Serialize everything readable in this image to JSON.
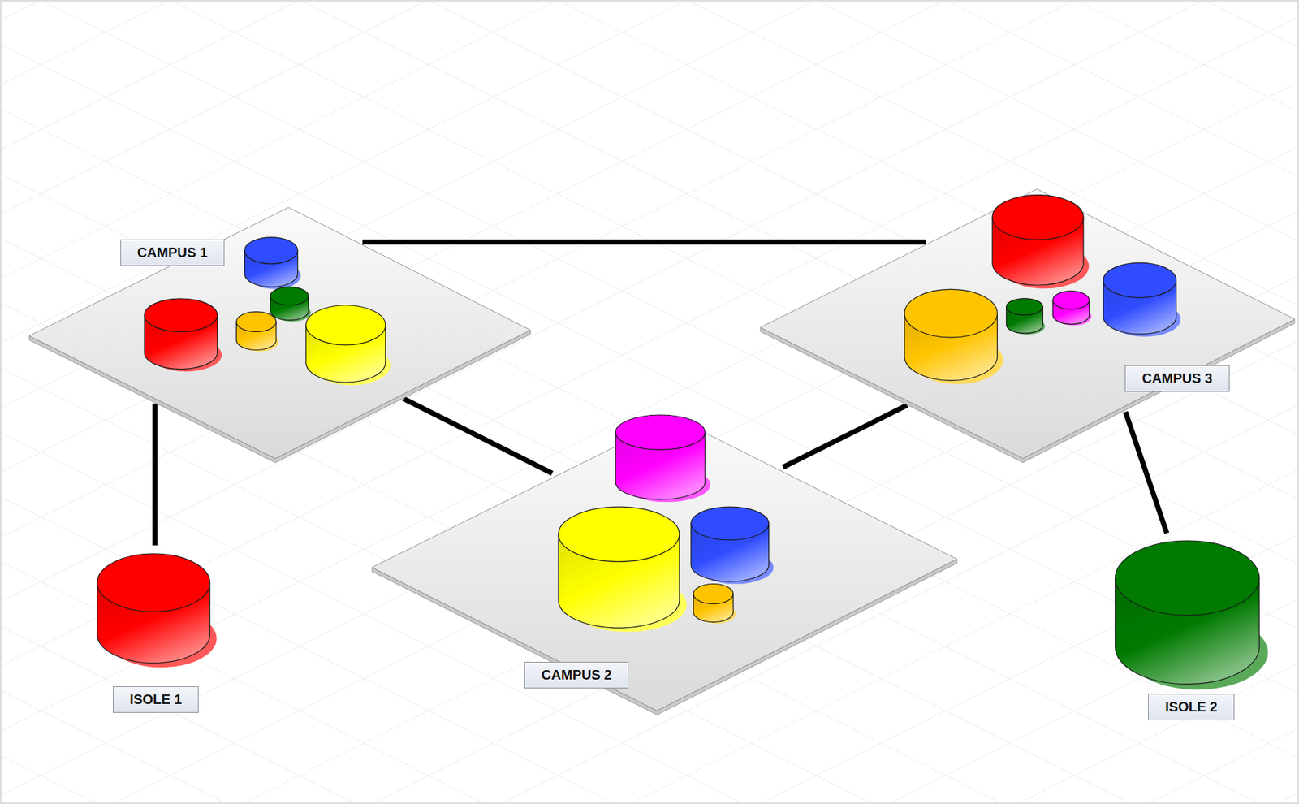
{
  "diagram": {
    "nodes": [
      {
        "text": [
          "CAMPUS 1"
        ]
      },
      {
        "text": [
          "CAMPUS 3"
        ]
      },
      {
        "text": [
          "CAMPUS 2"
        ]
      },
      {
        "text": [
          "ISOLE 1"
        ]
      },
      {
        "text": [
          "ISOLE 2"
        ]
      }
    ],
    "edges": [
      {
        "from": 0,
        "to": 1,
        "arrow": "none"
      },
      {
        "from": 0,
        "to": 2,
        "arrow": "none"
      },
      {
        "from": 1,
        "to": 2,
        "arrow": "none"
      },
      {
        "from": 0,
        "to": 3,
        "arrow": "none"
      },
      {
        "from": 1,
        "to": 4,
        "arrow": "none"
      }
    ]
  }
}
